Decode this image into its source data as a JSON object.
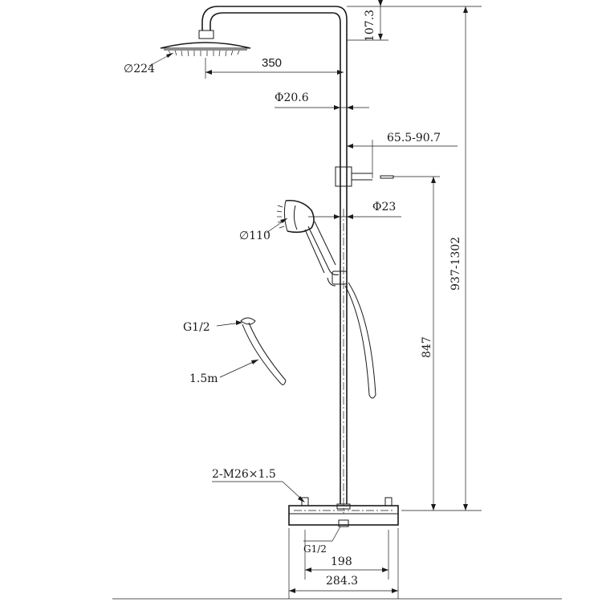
{
  "labels": {
    "head_diameter": "∅224",
    "arm_length": "350",
    "riser_diameter": "Φ20.6",
    "adjust_range": "65.5-90.7",
    "rail_diameter": "Φ23",
    "handset_diameter": "∅110",
    "top_offset": "107.3",
    "total_height": "937-1302",
    "slider_height": "847",
    "hose_thread": "G1/2",
    "hose_length": "1.5m",
    "mixer_thread": "2-M26×1.5",
    "outlet_thread": "G1/2",
    "inner_width": "198",
    "outer_width": "284.3"
  }
}
